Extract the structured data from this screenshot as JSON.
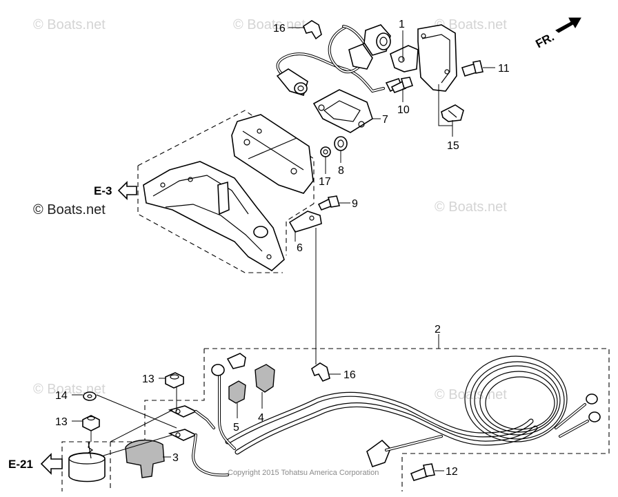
{
  "watermarks": [
    "© Boats.net",
    "© Boats.net",
    "© Boats.net",
    "© Boats.net",
    "© Boats.net",
    "© Boats.net",
    "© Boats.net"
  ],
  "fr_label": "FR.",
  "callouts": {
    "p1": "1",
    "p2": "2",
    "p3": "3",
    "p4": "4",
    "p5": "5",
    "p6": "6",
    "p7": "7",
    "p8": "8",
    "p9": "9",
    "p10": "10",
    "p11": "11",
    "p12": "12",
    "p13a": "13",
    "p13b": "13",
    "p14": "14",
    "p15": "15",
    "p16a": "16",
    "p16b": "16",
    "p17": "17"
  },
  "refs": {
    "e3": "E-3",
    "e21": "E-21"
  },
  "copyright": "Copyright 2015 Tohatsu America Corporation"
}
